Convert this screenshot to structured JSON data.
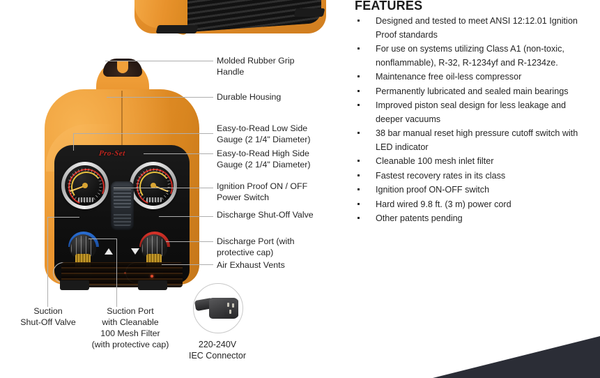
{
  "features": {
    "title": "FEATURES",
    "items": [
      "Designed and tested to meet ANSI 12:12.01 Ignition Proof standards",
      "For use on systems utilizing Class A1 (non-toxic, nonflammable), R-32, R-1234yf and R-1234ze.",
      "Maintenance free oil-less compressor",
      "Permanently lubricated and sealed main bearings",
      "Improved piston seal design for less leakage and deeper vacuums",
      "38 bar manual reset high pressure cutoff switch with LED indicator",
      "Cleanable 100 mesh inlet filter",
      "Fastest recovery rates in its class",
      "Ignition proof ON-OFF switch",
      "Hard wired 9.8 ft. (3 m) power cord",
      "Other patents pending"
    ]
  },
  "product": {
    "brand_label": "Pro-Set",
    "callouts": [
      "Molded Rubber Grip Handle",
      "Durable Housing",
      "Easy-to-Read Low Side Gauge (2 1/4\" Diameter)",
      "Easy-to-Read High Side Gauge (2 1/4\" Diameter)",
      "Ignition Proof ON / OFF Power Switch",
      "Discharge Shut-Off Valve",
      "Discharge Port (with protective cap)",
      "Air Exhaust Vents"
    ],
    "bottom_captions": [
      "Suction\nShut-Off Valve",
      "Suction Port\nwith Cleanable\n100 Mesh Filter\n(with protective cap)"
    ],
    "iec_caption": "220-240V\nIEC Connector"
  },
  "colors": {
    "body_orange": "#e8922c",
    "panel_black": "#101010",
    "accent_red": "#c0261f",
    "wedge_dark": "#2b2d36",
    "leader_gray": "#aeaeae"
  }
}
